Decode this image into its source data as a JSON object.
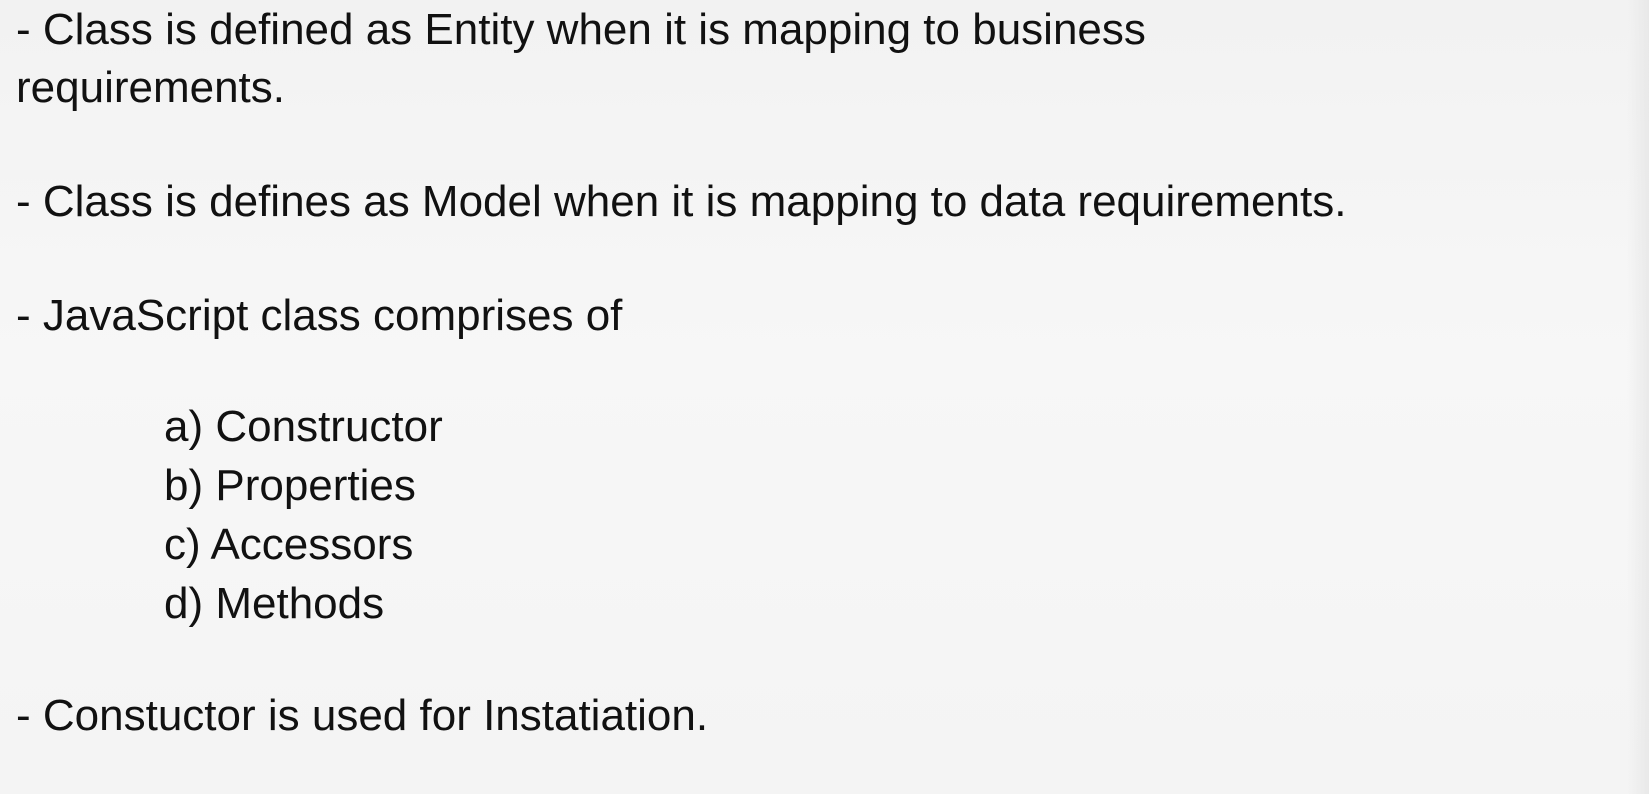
{
  "bullets": {
    "entity_line1": "- Class is defined as Entity when it is mapping to business",
    "entity_line2": "requirements.",
    "model": "- Class is defines as Model when it is mapping to data requirements.",
    "comprises": "- JavaScript class comprises of",
    "constructor_use": "- Constuctor is used for Instatiation."
  },
  "list_items": [
    "a) Constructor",
    "b) Properties",
    "c) Accessors",
    "d) Methods"
  ]
}
